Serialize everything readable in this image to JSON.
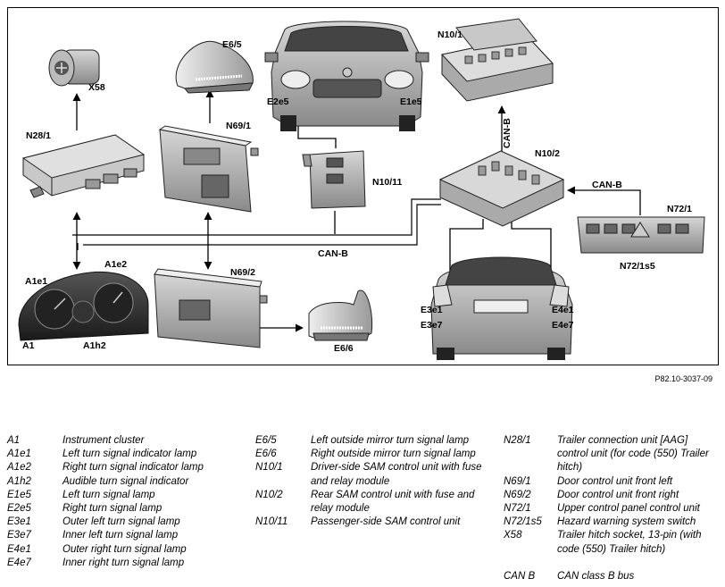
{
  "reference": "P82.10-3037-09",
  "diagram": {
    "labels": {
      "x58": "X58",
      "n28_1": "N28/1",
      "e6_5": "E6/5",
      "n69_1": "N69/1",
      "n10_1": "N10/1",
      "e2e5": "E2e5",
      "e1e5": "E1e5",
      "n10_11": "N10/11",
      "n10_2": "N10/2",
      "can_b_vertical": "CAN-B",
      "can_b_right": "CAN-B",
      "can_b_bottom": "CAN-B",
      "n72_1": "N72/1",
      "n72_1s5": "N72/1s5",
      "a1e1": "A1e1",
      "a1e2": "A1e2",
      "a1": "A1",
      "a1h2": "A1h2",
      "n69_2": "N69/2",
      "e6_6": "E6/6",
      "e3e1": "E3e1",
      "e3e7": "E3e7",
      "e4e1": "E4e1",
      "e4e7": "E4e7"
    }
  },
  "legend": {
    "col1": [
      {
        "code": "A1",
        "desc": "Instrument cluster"
      },
      {
        "code": "A1e1",
        "desc": "Left turn signal indicator lamp"
      },
      {
        "code": "A1e2",
        "desc": "Right turn signal indicator lamp"
      },
      {
        "code": "A1h2",
        "desc": "Audible turn signal indicator"
      },
      {
        "code": "E1e5",
        "desc": "Left turn signal lamp"
      },
      {
        "code": "E2e5",
        "desc": "Right turn signal lamp"
      },
      {
        "code": "E3e1",
        "desc": "Outer left turn signal lamp"
      },
      {
        "code": "E3e7",
        "desc": "Inner left turn signal lamp"
      },
      {
        "code": "E4e1",
        "desc": "Outer right turn signal lamp"
      },
      {
        "code": "E4e7",
        "desc": "Inner right turn signal lamp"
      }
    ],
    "col2": [
      {
        "code": "E6/5",
        "desc": "Left outside mirror turn signal lamp"
      },
      {
        "code": "E6/6",
        "desc": "Right outside mirror turn signal lamp"
      },
      {
        "code": "N10/1",
        "desc": "Driver-side SAM control unit with fuse and relay module"
      },
      {
        "code": "N10/2",
        "desc": "Rear SAM control unit with fuse and relay module"
      },
      {
        "code": "N10/11",
        "desc": "Passenger-side SAM control unit"
      }
    ],
    "col3": [
      {
        "code": "N28/1",
        "desc": "Trailer connection unit [AAG] control unit (for code (550) Trailer hitch)"
      },
      {
        "code": "N69/1",
        "desc": "Door control unit front left"
      },
      {
        "code": "N69/2",
        "desc": "Door control unit front right"
      },
      {
        "code": "N72/1",
        "desc": "Upper control panel control unit"
      },
      {
        "code": "N72/1s5",
        "desc": "Hazard warning system switch"
      },
      {
        "code": "X58",
        "desc": "Trailer hitch socket, 13-pin (with code (550) Trailer hitch)"
      }
    ],
    "col3_extra": [
      {
        "code": "CAN B",
        "desc": "CAN class B bus"
      }
    ]
  }
}
